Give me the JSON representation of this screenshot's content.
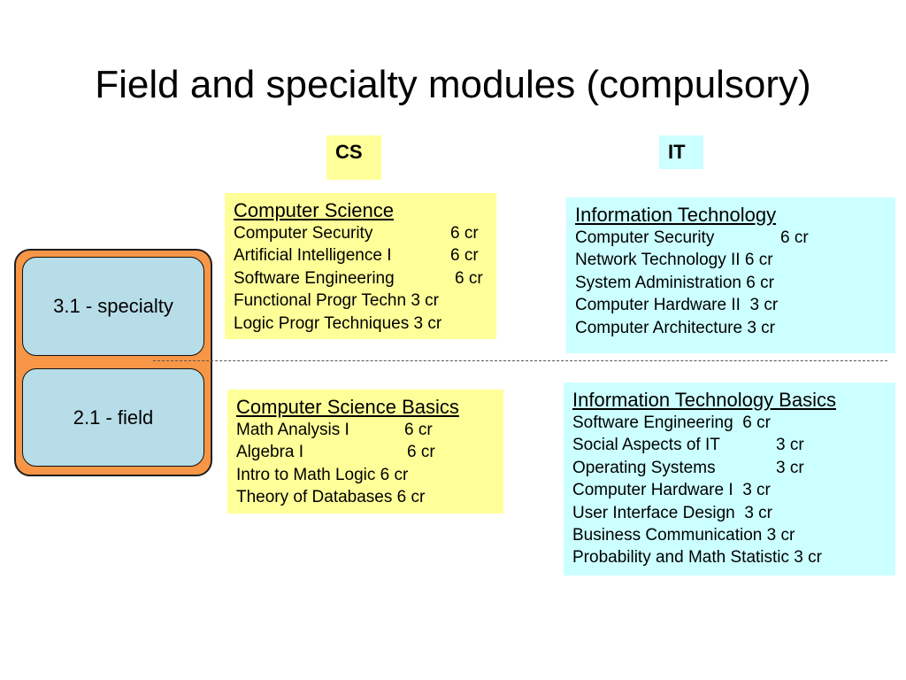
{
  "slide": {
    "title": "Field and specialty modules (compulsory)"
  },
  "tags": {
    "cs": "CS",
    "it": "IT"
  },
  "levels": {
    "specialty": "3.1 - specialty",
    "field": "2.1 - field"
  },
  "cs_specialty": {
    "title": "Computer Science",
    "rows": [
      {
        "course": "Computer Security",
        "credit": "6 cr"
      },
      {
        "course": "Artificial Intelligence I",
        "credit": "6 cr"
      },
      {
        "course": "Software Engineering",
        "credit": "6 cr"
      },
      {
        "course": "Functional Progr Techn",
        "credit": "3 cr"
      },
      {
        "course": "Logic Progr Techniques",
        "credit": "3 cr"
      }
    ]
  },
  "it_specialty": {
    "title": "Information Technology",
    "rows": [
      {
        "course": "Computer Security",
        "credit": "6 cr"
      },
      {
        "course": "Network Technology II",
        "credit": "6 cr"
      },
      {
        "course": "System Administration",
        "credit": "6 cr"
      },
      {
        "course": "Computer Hardware II",
        "credit": "3 cr"
      },
      {
        "course": "Computer Architecture",
        "credit": "3 cr"
      }
    ]
  },
  "cs_field": {
    "title": "Computer Science Basics",
    "rows": [
      {
        "course": "Math Analysis I",
        "credit": "6 cr"
      },
      {
        "course": "Algebra I",
        "credit": "6 cr"
      },
      {
        "course": "Intro to Math Logic",
        "credit": "6 cr"
      },
      {
        "course": "Theory of Databases",
        "credit": "6 cr"
      }
    ]
  },
  "it_field": {
    "title": "Information Technology Basics",
    "rows": [
      {
        "course": "Software Engineering",
        "credit": "6 cr"
      },
      {
        "course": "Social Aspects of IT",
        "credit": "3 cr"
      },
      {
        "course": "Operating Systems",
        "credit": "3 cr"
      },
      {
        "course": "Computer Hardware I",
        "credit": "3 cr"
      },
      {
        "course": "User Interface Design",
        "credit": "3 cr"
      },
      {
        "course": "Business Communication",
        "credit": "3 cr"
      },
      {
        "course": "Probability and Math Statistic",
        "credit": "3 cr"
      }
    ]
  },
  "colors": {
    "cs_box": "#ffff99",
    "it_box": "#ccffff",
    "frame": "#f79646",
    "level_box": "#b7dde8"
  }
}
